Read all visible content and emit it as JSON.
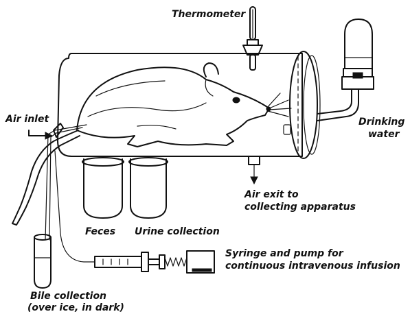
{
  "labels": {
    "thermometer": "Thermometer",
    "air_inlet": "Air inlet",
    "drinking_water": [
      "Drinking",
      "water"
    ],
    "air_exit": [
      "Air exit to",
      "collecting apparatus"
    ],
    "feces": "Feces",
    "urine_collection": "Urine collection",
    "syringe_pump": [
      "Syringe and pump for",
      "continuous intravenous infusion"
    ],
    "bile_collection": [
      "Bile collection",
      "(over ice, in dark)"
    ]
  }
}
